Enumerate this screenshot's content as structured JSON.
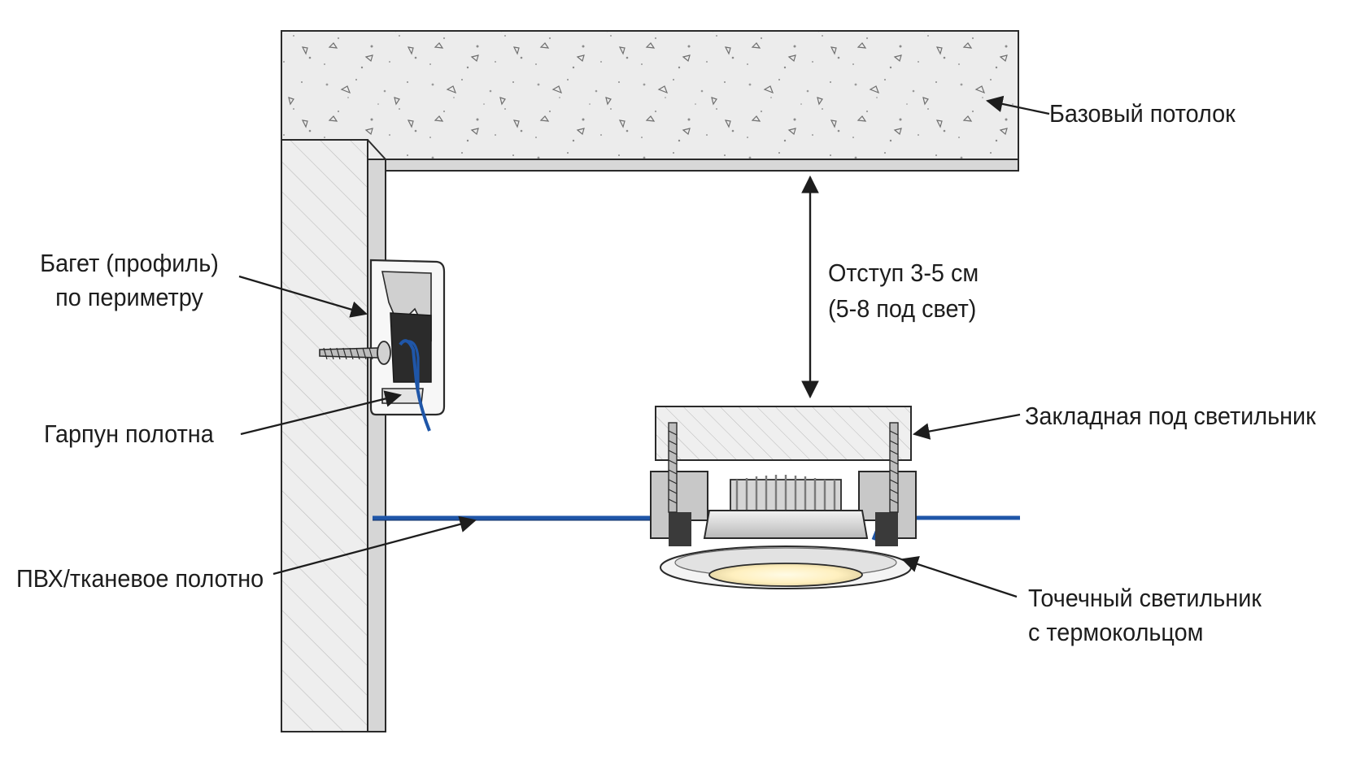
{
  "labels": {
    "base_ceiling": "Базовый потолок",
    "baguette_line1": "Багет (профиль)",
    "baguette_line2": "по периметру",
    "offset_line1": "Отступ 3-5 см",
    "offset_line2": "(5-8 под свет)",
    "harpoon": "Гарпун полотна",
    "embed": "Закладная под светильник",
    "membrane": "ПВХ/тканевое полотно",
    "spotlight_line1": "Точечный светильник",
    "spotlight_line2": "с термокольцом"
  },
  "colors": {
    "concrete": "#ececec",
    "wall": "#eeeeee",
    "outline": "#2a2a2a",
    "membrane_blue": "#1f56a8",
    "profile_white": "#f7f7f7",
    "wood_block": "#efefef",
    "lamp_metal": "#d9d9d9",
    "lamp_glow": "#fff3c8"
  }
}
